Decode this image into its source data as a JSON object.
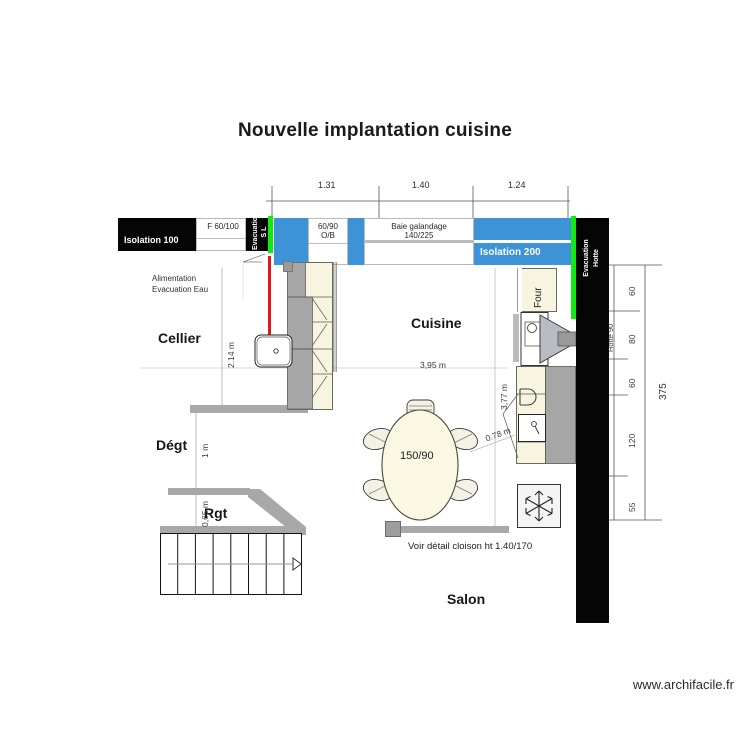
{
  "page": {
    "title": "Nouvelle implantation cuisine",
    "watermark": "www.archifacile.fr"
  },
  "rooms": [
    {
      "name": "Cellier"
    },
    {
      "name": "Cuisine"
    },
    {
      "name": "Dégt"
    },
    {
      "name": "Rgt"
    },
    {
      "name": "Salon"
    }
  ],
  "room_labels": {
    "cellier": "Cellier",
    "cuisine": "Cuisine",
    "degt": "Dégt",
    "rgt": "Rgt",
    "salon": "Salon"
  },
  "walls": {
    "isolation_100": "Isolation 100",
    "isolation_200": "Isolation 200",
    "evacuation_sl": "Evacuation\nS L",
    "evacuation_sl_line1": "Evacuation",
    "evacuation_sl_line2": "S L",
    "evacuation_hotte_line1": "Evacuation",
    "evacuation_hotte_line2": "Hotte"
  },
  "openings": {
    "window_f": "F 60/100",
    "door_6090_line1": "60/90",
    "door_6090_line2": "O/B",
    "baie_line1": "Baie galandage",
    "baie_line2": "140/225"
  },
  "top_dimensions": [
    {
      "value": "1.31"
    },
    {
      "value": "1.40"
    },
    {
      "value": "1.24"
    }
  ],
  "right_dimensions": [
    {
      "value": "60"
    },
    {
      "value": "80"
    },
    {
      "value": "60"
    },
    {
      "value": "120"
    },
    {
      "value": "55"
    }
  ],
  "right_total": "375",
  "right_label_hotte": "Hotte 90",
  "interior_dimensions": {
    "cellier_vertical": "2.14 m",
    "cuisine_horizontal": "3,95 m",
    "cuisine_vertical": "3,77 m",
    "passage": "0.78 m",
    "degt_vertical": "1 m",
    "rgt_vertical": "0,65 m"
  },
  "annotations": {
    "alimentation_line1": "Alimentation",
    "alimentation_line2": "Evacuation Eau",
    "cloison_note": "Voir détail cloison ht 1.40/170"
  },
  "furniture": {
    "four": "Four",
    "table_size": "150/90",
    "fridge_icon": "snowflake-icon",
    "sink_icon": "sink-icon",
    "hood_icon": "hood-icon"
  },
  "colors": {
    "wall_black": "#050505",
    "wall_blue": "#3d93d6",
    "wall_lightblue": "#cfe2f1",
    "wall_gray": "#a8a8a8",
    "green_duct": "#12e812",
    "red_pipe": "#e01b1b",
    "furniture_cream": "#f7f4e0",
    "furniture_gray": "#a6a6a6"
  }
}
